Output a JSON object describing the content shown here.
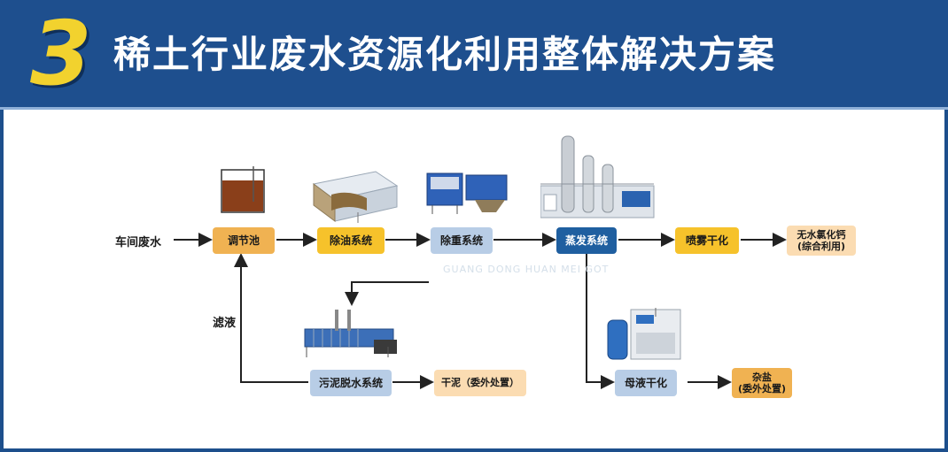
{
  "header": {
    "number": "3",
    "title": "稀土行业废水资源化利用整体解决方案"
  },
  "diagram": {
    "input_label": "车间废水",
    "return_label": "滤液",
    "nodes": {
      "regulating_tank": "调节池",
      "oil_removal": "除油系统",
      "heavy_metal_removal": "除重系统",
      "evaporation": "蒸发系统",
      "spray_drying": "喷雾干化",
      "product_line1": "无水氯化钙",
      "product_line2": "(综合利用)",
      "sludge_dewatering": "污泥脱水系统",
      "dry_sludge": "干泥（委外处置）",
      "mother_liquor_drying": "母液干化",
      "mixed_salt_line1": "杂盐",
      "mixed_salt_line2": "(委外处置)"
    },
    "watermark": "GUANG DONG HUAN MEI GOT"
  },
  "colors": {
    "header_bg": "#1e4f8e",
    "number": "#f2d22e",
    "arrow": "#222222",
    "orange_box": "#f0b252",
    "yellow_box": "#f6c22b",
    "light_blue_box": "#b8cde6",
    "navy_box": "#1f5fa0",
    "peach_box": "#fbdcb2"
  }
}
